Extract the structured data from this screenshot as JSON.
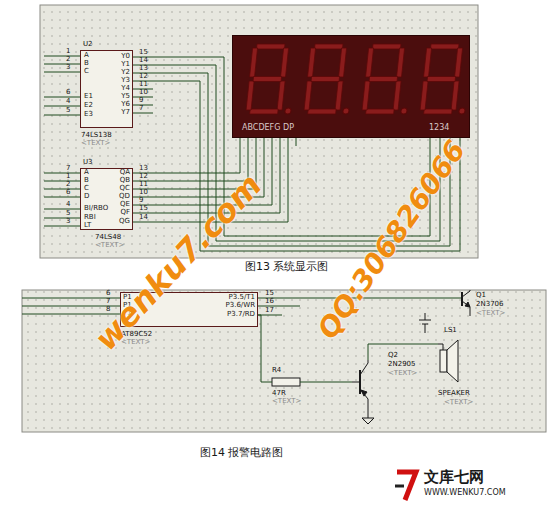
{
  "diagram": {
    "nodes": [
      {
        "text": [
          "U2",
          "74LS138",
          "<TEXT>"
        ]
      },
      {
        "text": [
          "U3",
          "74LS48",
          "<TEXT>"
        ]
      },
      {
        "text": [
          "ABCDEFG DP",
          "1234"
        ]
      },
      {
        "text": [
          "AT89C52",
          "<TEXT>"
        ]
      },
      {
        "text": [
          "R4",
          "47R",
          "<TEXT>"
        ]
      },
      {
        "text": [
          "Q2",
          "2N2905",
          "<TEXT>"
        ]
      },
      {
        "text": [
          "Q1",
          "2N3706",
          "<TEXT>"
        ]
      },
      {
        "text": [
          "LS1",
          "SPEAKER",
          "<TEXT>"
        ]
      }
    ],
    "edges": [
      {
        "from": 0,
        "to": 2,
        "arrow": "none"
      },
      {
        "from": 1,
        "to": 2,
        "arrow": "none"
      },
      {
        "from": 3,
        "to": 4,
        "arrow": "none"
      },
      {
        "from": 4,
        "to": 5,
        "arrow": "none"
      },
      {
        "from": 5,
        "to": 7,
        "arrow": "none"
      }
    ],
    "labels": [
      "1",
      "2",
      "3",
      "6",
      "4",
      "5",
      "A",
      "B",
      "C",
      "E1",
      "E2",
      "E3",
      "Y0",
      "Y1",
      "Y2",
      "Y3",
      "Y4",
      "Y5",
      "Y6",
      "Y7",
      "15",
      "14",
      "13",
      "12",
      "11",
      "10",
      "9",
      "7",
      "7",
      "1",
      "2",
      "6",
      "4",
      "5",
      "3",
      "A",
      "B",
      "C",
      "D",
      "BI/RBO",
      "RBI",
      "LT",
      "QA",
      "QB",
      "QC",
      "QD",
      "QE",
      "QF",
      "QG",
      "13",
      "12",
      "11",
      "10",
      "9",
      "15",
      "14",
      "图13 系统显示图",
      "6",
      "7",
      "8",
      "P1",
      "P1",
      "P1",
      "P3.5/T1",
      "P3.6/WR",
      "P3.7/RD",
      "15",
      "16",
      "17",
      "图14 报警电路图",
      "wenku7.com",
      "QQ:306826066",
      "文库七网",
      "WWW.WENKU7.COM"
    ]
  }
}
